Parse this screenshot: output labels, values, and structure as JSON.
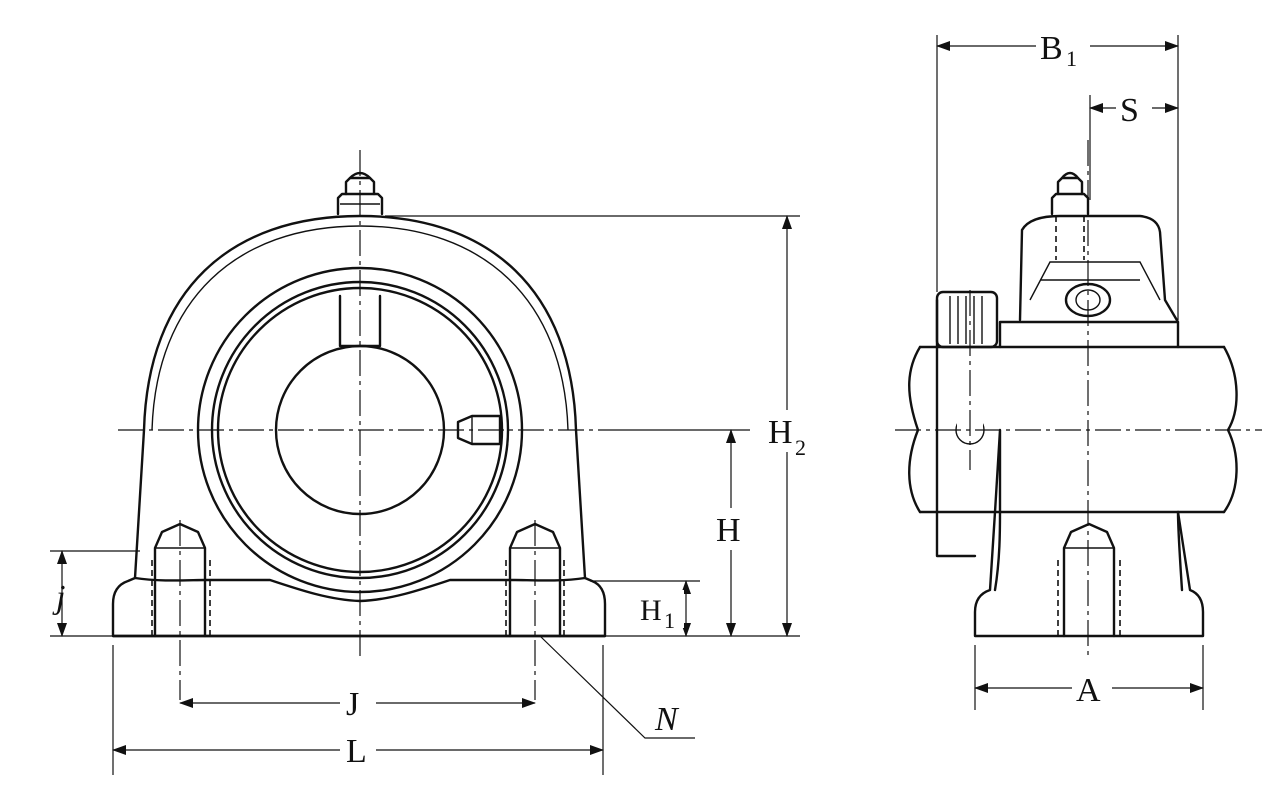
{
  "labels": {
    "B": "B",
    "B_sub": "1",
    "S": "S",
    "H2": "H",
    "H2_sub": "2",
    "H": "H",
    "H1": "H",
    "H1_sub": "1",
    "j": "j",
    "J": "J",
    "L": "L",
    "N": "N",
    "A": "A"
  }
}
